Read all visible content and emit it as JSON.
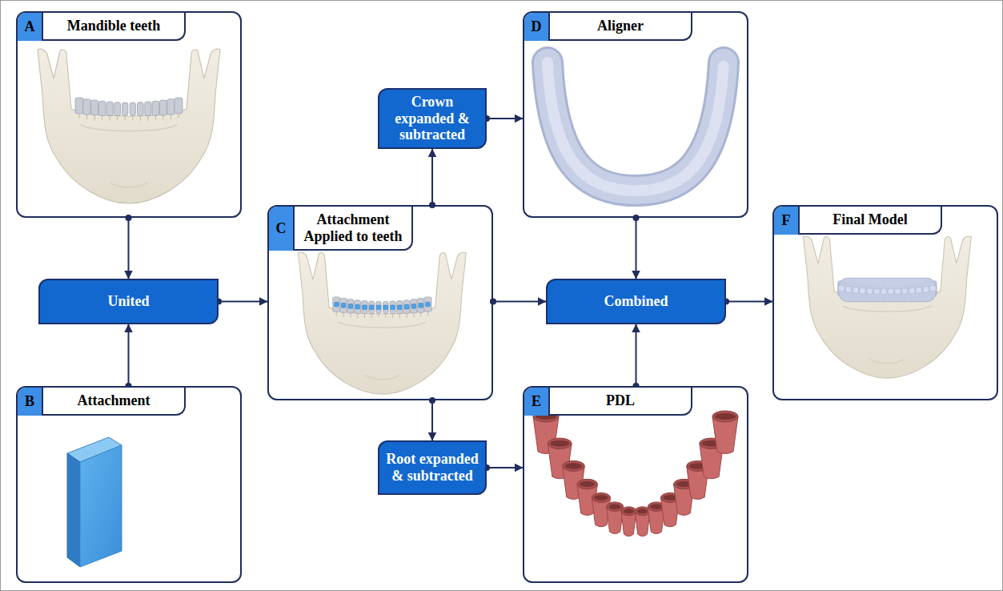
{
  "diagram": {
    "nodes": [
      {
        "text": [
          "A",
          "Mandible teeth"
        ]
      },
      {
        "text": [
          "D",
          "Aligner"
        ]
      },
      {
        "text": [
          "Crown expanded & subtracted"
        ]
      },
      {
        "text": [
          "United"
        ]
      },
      {
        "text": [
          "C",
          "Attachment Applied to teeth"
        ]
      },
      {
        "text": [
          "Combined"
        ]
      },
      {
        "text": [
          "F",
          "Final Model"
        ]
      },
      {
        "text": [
          "B",
          "Attachment"
        ]
      },
      {
        "text": [
          "Root expanded & subtracted"
        ]
      },
      {
        "text": [
          "E",
          "PDL"
        ]
      }
    ],
    "edges": [
      {
        "from": 0,
        "to": 3,
        "arrow": "to"
      },
      {
        "from": 7,
        "to": 3,
        "arrow": "to"
      },
      {
        "from": 3,
        "to": 4,
        "arrow": "to"
      },
      {
        "from": 4,
        "to": 2,
        "arrow": "to"
      },
      {
        "from": 2,
        "to": 1,
        "arrow": "to"
      },
      {
        "from": 4,
        "to": 5,
        "arrow": "to"
      },
      {
        "from": 1,
        "to": 5,
        "arrow": "to"
      },
      {
        "from": 9,
        "to": 5,
        "arrow": "to"
      },
      {
        "from": 5,
        "to": 6,
        "arrow": "to"
      },
      {
        "from": 4,
        "to": 8,
        "arrow": "to"
      },
      {
        "from": 8,
        "to": 9,
        "arrow": "to"
      }
    ]
  }
}
